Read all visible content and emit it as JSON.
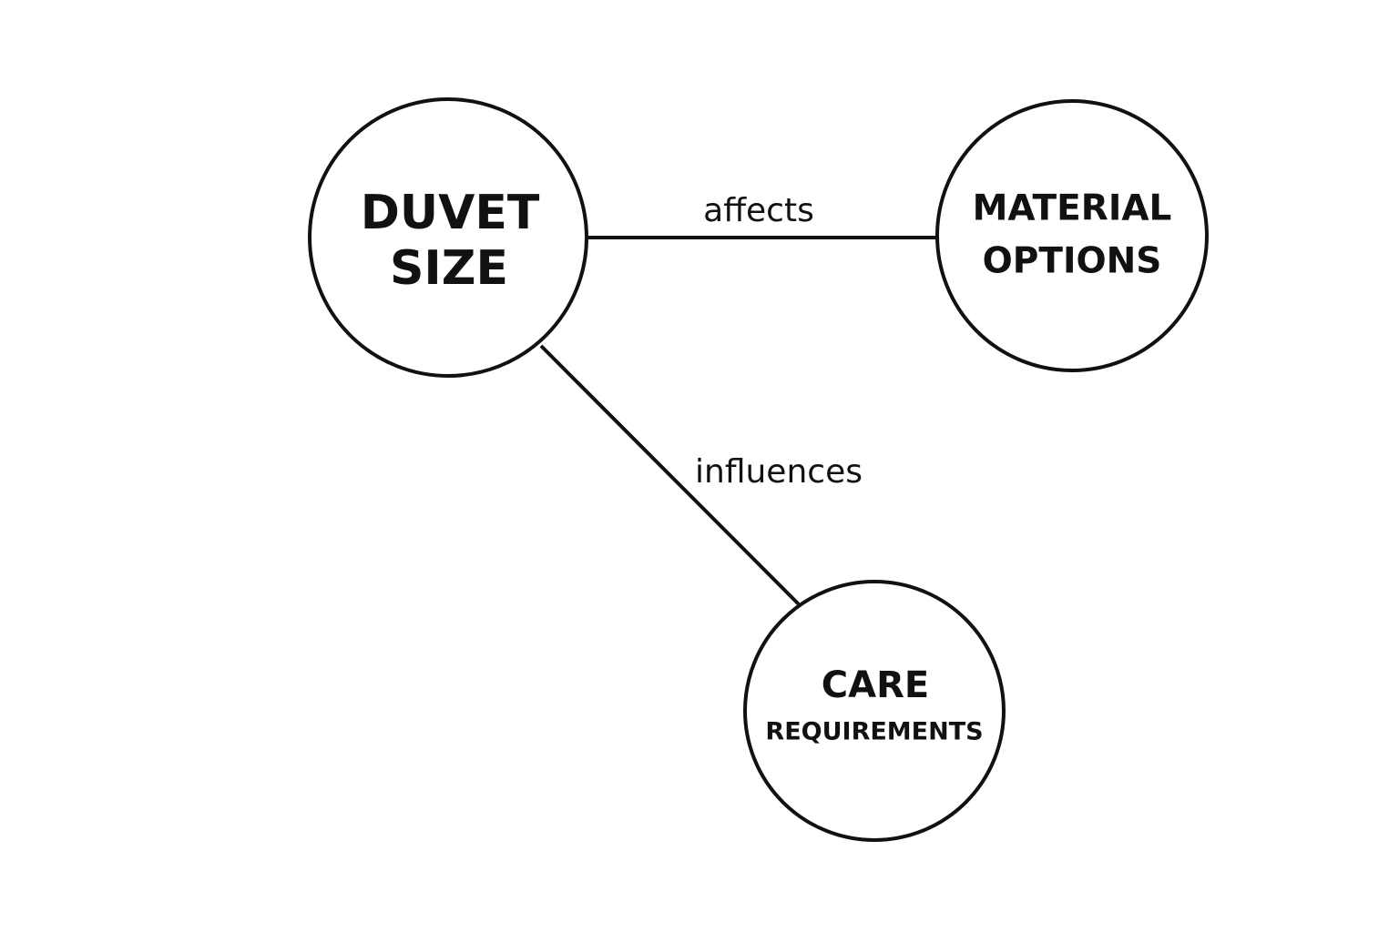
{
  "nodes": {
    "duvet_size": {
      "line1": "DUVET",
      "line2": "SIZE"
    },
    "material_options": {
      "line1": "MATERIAL",
      "line2": "OPTIONS"
    },
    "care_requirements": {
      "line1": "CARE",
      "line2": "REQUIREMENTS"
    }
  },
  "edges": {
    "size_to_material": {
      "label": "affects"
    },
    "size_to_care": {
      "label": "influences"
    }
  },
  "colors": {
    "stroke": "#111111",
    "background": "#ffffff"
  }
}
